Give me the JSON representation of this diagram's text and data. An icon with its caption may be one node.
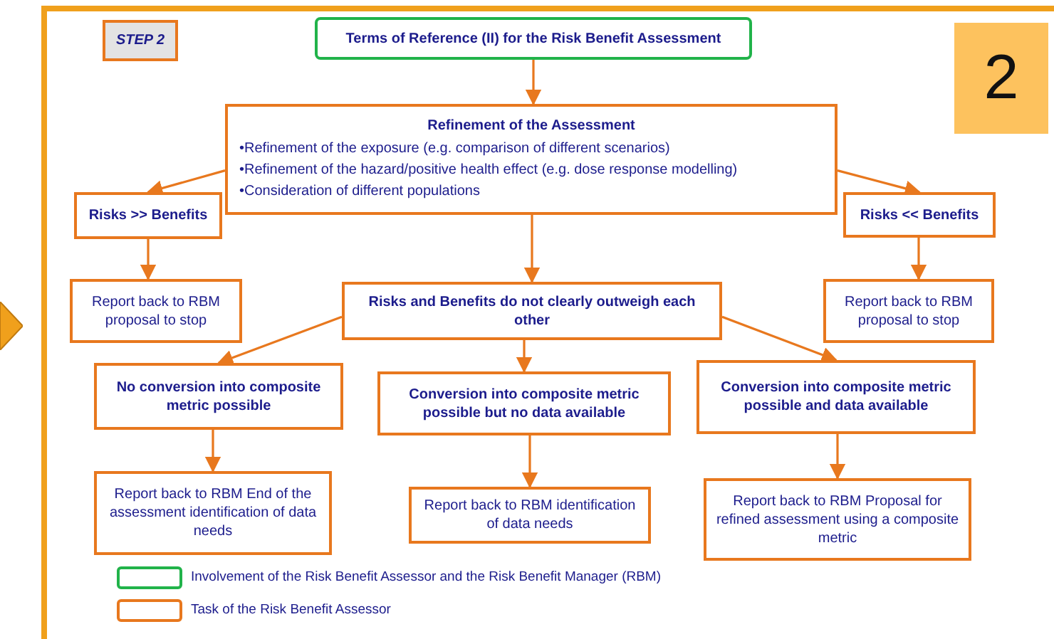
{
  "diagram": {
    "nodes": [
      {
        "text": [
          "STEP 2"
        ]
      },
      {
        "text": [
          "Terms of Reference (II) for the Risk Benefit Assessment"
        ]
      },
      {
        "text": [
          "Refinement of the Assessment",
          "•Refinement of the exposure (e.g. comparison of different scenarios)",
          "•Refinement of the hazard/positive health effect (e.g. dose response modelling)",
          "•Consideration of different populations"
        ]
      },
      {
        "text": [
          "Risks >> Benefits"
        ]
      },
      {
        "text": [
          "Risks << Benefits"
        ]
      },
      {
        "text": [
          "Report back to RBM proposal to stop"
        ]
      },
      {
        "text": [
          "Risks and Benefits do not clearly outweigh each other"
        ]
      },
      {
        "text": [
          "Report back to RBM proposal to stop"
        ]
      },
      {
        "text": [
          "No conversion into composite metric possible"
        ]
      },
      {
        "text": [
          "Conversion into composite metric possible but no data available"
        ]
      },
      {
        "text": [
          "Conversion into composite metric possible and data available"
        ]
      },
      {
        "text": [
          "Report back to RBM End of the assessment identification of data needs"
        ]
      },
      {
        "text": [
          "Report back to RBM identification of data needs"
        ]
      },
      {
        "text": [
          "Report back to RBM Proposal for refined assessment using a composite metric"
        ]
      },
      {
        "text": [
          "2"
        ]
      }
    ],
    "edges": [
      {
        "from": 1,
        "to": 2,
        "arrow": "to"
      },
      {
        "from": 2,
        "to": 3,
        "arrow": "to"
      },
      {
        "from": 2,
        "to": 4,
        "arrow": "to"
      },
      {
        "from": 3,
        "to": 5,
        "arrow": "to"
      },
      {
        "from": 4,
        "to": 7,
        "arrow": "to"
      },
      {
        "from": 2,
        "to": 6,
        "arrow": "to"
      },
      {
        "from": 6,
        "to": 8,
        "arrow": "to"
      },
      {
        "from": 6,
        "to": 9,
        "arrow": "to"
      },
      {
        "from": 6,
        "to": 10,
        "arrow": "to"
      },
      {
        "from": 8,
        "to": 11,
        "arrow": "to"
      },
      {
        "from": 9,
        "to": 12,
        "arrow": "to"
      },
      {
        "from": 10,
        "to": 13,
        "arrow": "to"
      }
    ],
    "legend": [
      {
        "text": "Involvement of the Risk Benefit Assessor and the Risk Benefit Manager (RBM)"
      },
      {
        "text": "Task of the Risk Benefit Assessor"
      }
    ]
  }
}
